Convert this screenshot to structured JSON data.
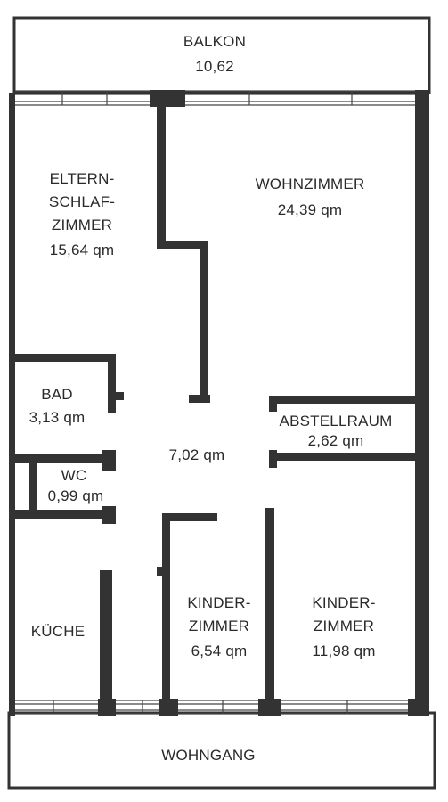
{
  "rooms": {
    "balkon": {
      "name": "BALKON",
      "area": "10,62"
    },
    "eltern": {
      "line1": "ELTERN-",
      "line2": "SCHLAF-",
      "line3": "ZIMMER",
      "area": "15,64 qm"
    },
    "wohnzimmer": {
      "name": "WOHNZIMMER",
      "area": "24,39 qm"
    },
    "bad": {
      "name": "BAD",
      "area": "3,13 qm"
    },
    "flur": {
      "area": "7,02 qm"
    },
    "abstellraum": {
      "name": "ABSTELLRAUM",
      "area": "2,62 qm"
    },
    "wc": {
      "name": "WC",
      "area": "0,99 qm"
    },
    "kueche": {
      "name": "KÜCHE"
    },
    "kinder1": {
      "line1": "KINDER-",
      "line2": "ZIMMER",
      "area": "6,54 qm"
    },
    "kinder2": {
      "line1": "KINDER-",
      "line2": "ZIMMER",
      "area": "11,98 qm"
    },
    "wohngang": {
      "name": "WOHNGANG"
    }
  },
  "colors": {
    "wall": "#333333",
    "paper": "#ffffff"
  }
}
